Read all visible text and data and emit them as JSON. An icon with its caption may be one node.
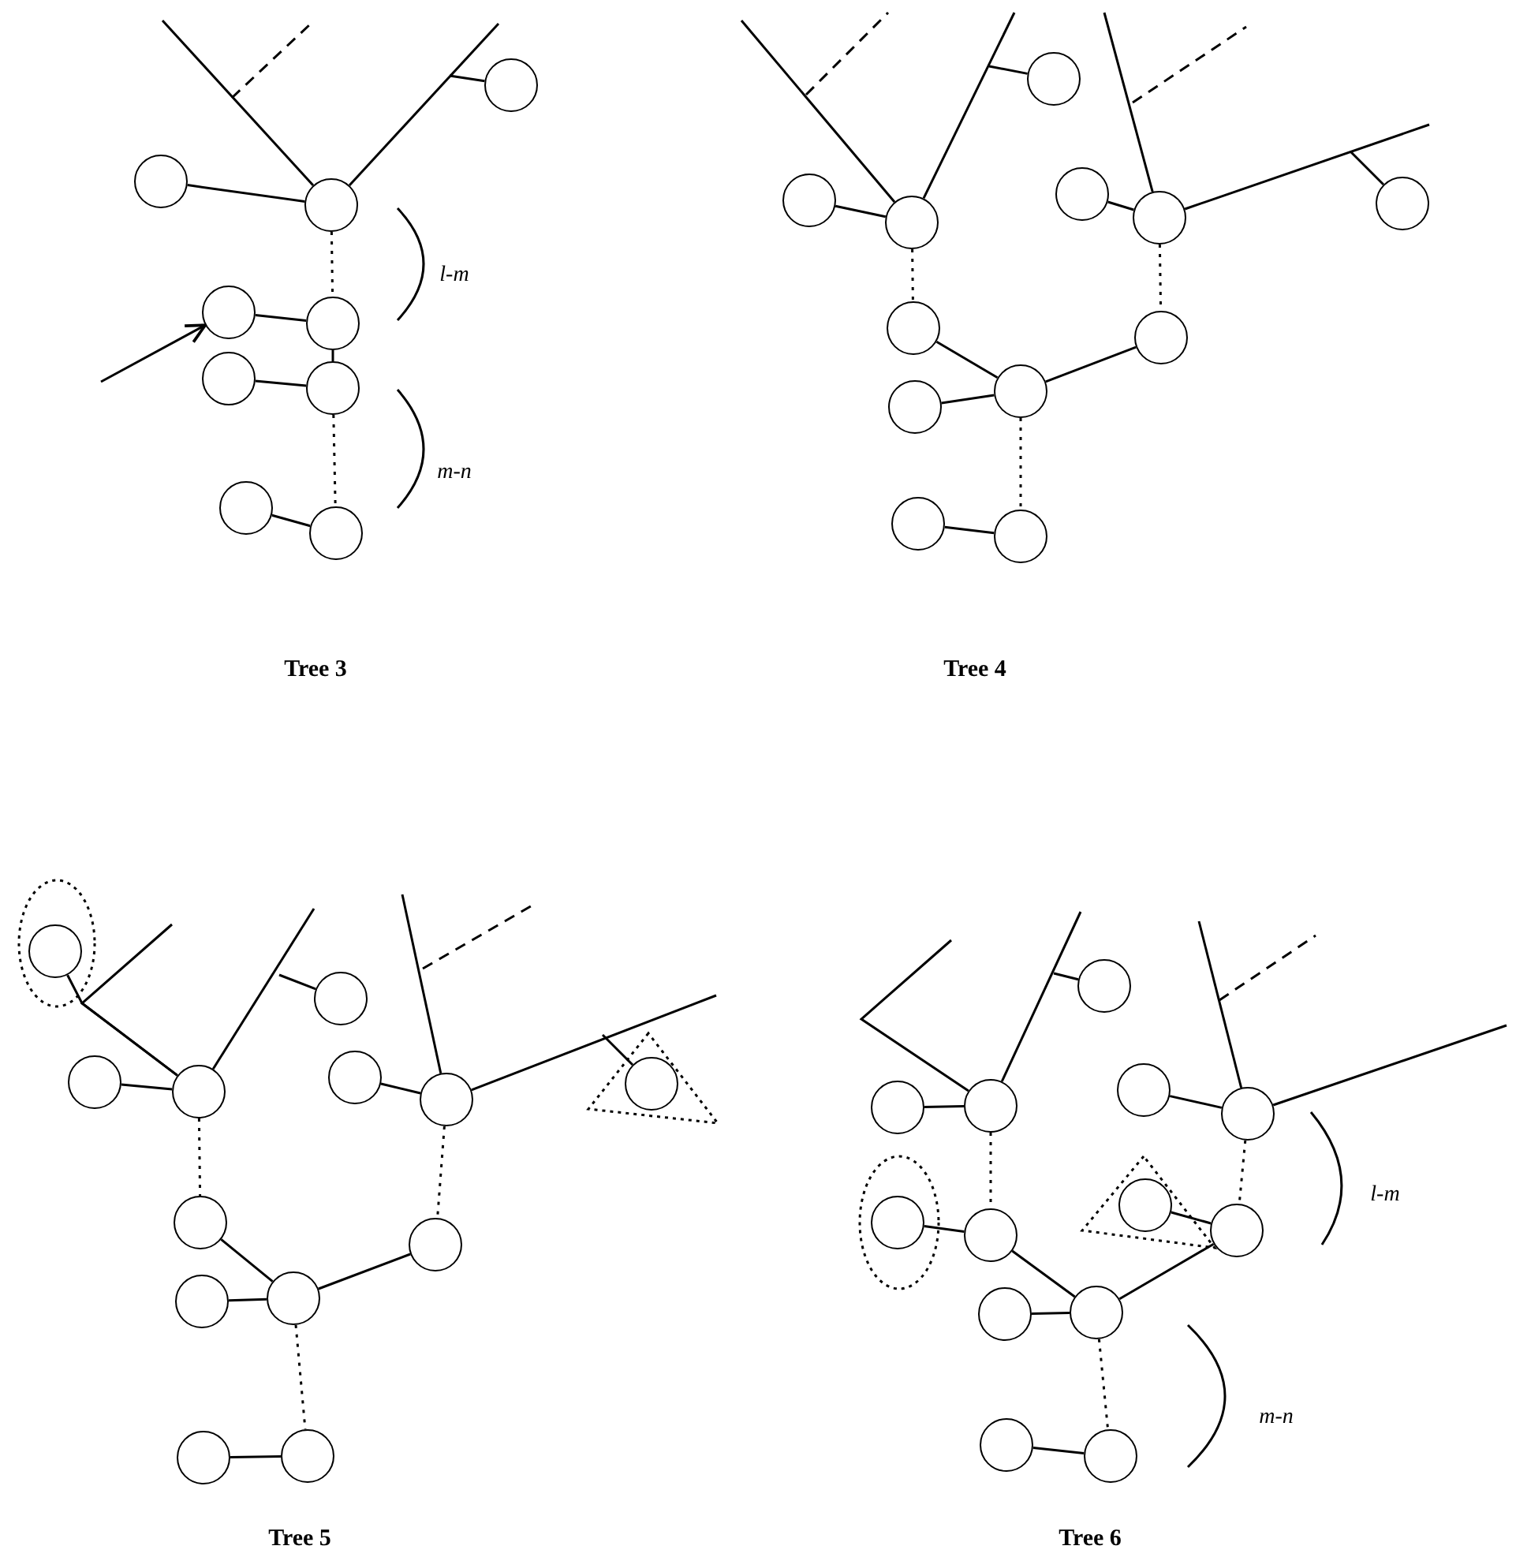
{
  "diagram": {
    "nodes": [
      {
        "text": [],
        "shape": "circle"
      },
      {
        "text": [],
        "shape": "circle"
      },
      {
        "text": [],
        "shape": "circle"
      },
      {
        "text": [],
        "shape": "circle"
      },
      {
        "text": [],
        "shape": "circle"
      },
      {
        "text": [],
        "shape": "circle"
      },
      {
        "text": [],
        "shape": "circle"
      },
      {
        "text": [],
        "shape": "circle"
      },
      {
        "text": [],
        "shape": "circle"
      },
      {
        "text": [],
        "shape": "circle"
      },
      {
        "text": [],
        "shape": "circle"
      },
      {
        "text": [],
        "shape": "circle"
      },
      {
        "text": [],
        "shape": "circle"
      },
      {
        "text": [],
        "shape": "circle"
      },
      {
        "text": [],
        "shape": "circle"
      },
      {
        "text": [],
        "shape": "circle"
      },
      {
        "text": [],
        "shape": "circle"
      },
      {
        "text": [],
        "shape": "circle"
      },
      {
        "text": [],
        "shape": "circle"
      },
      {
        "text": [],
        "shape": "circle"
      },
      {
        "text": [],
        "shape": "circle"
      },
      {
        "text": [],
        "shape": "circle"
      },
      {
        "text": [],
        "shape": "circle"
      },
      {
        "text": [],
        "shape": "circle"
      },
      {
        "text": [],
        "shape": "circle"
      },
      {
        "text": [],
        "shape": "circle"
      },
      {
        "text": [],
        "shape": "circle"
      },
      {
        "text": [],
        "shape": "circle"
      },
      {
        "text": [],
        "shape": "circle"
      },
      {
        "text": [],
        "shape": "circle"
      },
      {
        "text": [],
        "shape": "circle"
      },
      {
        "text": [],
        "shape": "circle"
      },
      {
        "text": [],
        "shape": "circle"
      },
      {
        "text": [],
        "shape": "circle"
      },
      {
        "text": [],
        "shape": "circle"
      },
      {
        "text": [],
        "shape": "circle"
      },
      {
        "text": [],
        "shape": "circle"
      },
      {
        "text": [],
        "shape": "circle"
      },
      {
        "text": [],
        "shape": "circle"
      },
      {
        "text": [],
        "shape": "circle"
      },
      {
        "text": [],
        "shape": "circle"
      },
      {
        "text": [],
        "shape": "circle"
      },
      {
        "text": [],
        "shape": "circle"
      },
      {
        "text": [],
        "shape": "circle"
      },
      {
        "text": [],
        "shape": "circle"
      },
      {
        "text": [],
        "shape": "circle"
      },
      {
        "text": [],
        "shape": "circle"
      }
    ],
    "edges": [
      {
        "from": null,
        "to": 2,
        "arrow": "none"
      },
      {
        "from": null,
        "to": 2,
        "arrow": "none"
      },
      {
        "from": null,
        "to": 0,
        "arrow": "none"
      },
      {
        "from": 1,
        "to": 2,
        "arrow": "none"
      },
      {
        "from": 2,
        "to": 4,
        "arrow": "none",
        "style": "dashed"
      },
      {
        "from": 3,
        "to": 4,
        "arrow": "none"
      },
      {
        "from": 4,
        "to": 6,
        "arrow": "none"
      },
      {
        "from": 5,
        "to": 6,
        "arrow": "none"
      },
      {
        "from": 6,
        "to": 8,
        "arrow": "none",
        "style": "dashed"
      },
      {
        "from": 7,
        "to": 8,
        "arrow": "none"
      },
      {
        "from": null,
        "to": 3,
        "arrow": "to"
      },
      {
        "from": null,
        "to": 11,
        "arrow": "none"
      },
      {
        "from": null,
        "to": 11,
        "arrow": "none"
      },
      {
        "from": null,
        "to": 9,
        "arrow": "none"
      },
      {
        "from": 10,
        "to": 11,
        "arrow": "none"
      },
      {
        "from": 11,
        "to": 15,
        "arrow": "none",
        "style": "dashed"
      },
      {
        "from": null,
        "to": 13,
        "arrow": "none"
      },
      {
        "from": null,
        "to": 13,
        "arrow": "none"
      },
      {
        "from": null,
        "to": 14,
        "arrow": "none"
      },
      {
        "from": 12,
        "to": 13,
        "arrow": "none"
      },
      {
        "from": 13,
        "to": 16,
        "arrow": "none",
        "style": "dashed"
      },
      {
        "from": 15,
        "to": 17,
        "arrow": "none"
      },
      {
        "from": 18,
        "to": 17,
        "arrow": "none"
      },
      {
        "from": 16,
        "to": 17,
        "arrow": "none"
      },
      {
        "from": 17,
        "to": 20,
        "arrow": "none",
        "style": "dashed"
      },
      {
        "from": 19,
        "to": 20,
        "arrow": "none"
      },
      {
        "from": 21,
        "to": 23,
        "arrow": "none"
      },
      {
        "from": null,
        "to": 23,
        "arrow": "none"
      },
      {
        "from": null,
        "to": 23,
        "arrow": "none"
      },
      {
        "from": null,
        "to": 24,
        "arrow": "none"
      },
      {
        "from": 22,
        "to": 23,
        "arrow": "none"
      },
      {
        "from": 23,
        "to": 28,
        "arrow": "none",
        "style": "dashed"
      },
      {
        "from": null,
        "to": 26,
        "arrow": "none"
      },
      {
        "from": null,
        "to": 26,
        "arrow": "none"
      },
      {
        "from": null,
        "to": 27,
        "arrow": "none"
      },
      {
        "from": 25,
        "to": 26,
        "arrow": "none"
      },
      {
        "from": 26,
        "to": 29,
        "arrow": "none",
        "style": "dashed"
      },
      {
        "from": 28,
        "to": 31,
        "arrow": "none"
      },
      {
        "from": 30,
        "to": 31,
        "arrow": "none"
      },
      {
        "from": 29,
        "to": 31,
        "arrow": "none"
      },
      {
        "from": 31,
        "to": 33,
        "arrow": "none",
        "style": "dashed"
      },
      {
        "from": 32,
        "to": 33,
        "arrow": "none"
      },
      {
        "from": null,
        "to": 35,
        "arrow": "none"
      },
      {
        "from": null,
        "to": 35,
        "arrow": "none"
      },
      {
        "from": null,
        "to": 36,
        "arrow": "none"
      },
      {
        "from": 34,
        "to": 35,
        "arrow": "none"
      },
      {
        "from": null,
        "to": 38,
        "arrow": "none"
      },
      {
        "from": null,
        "to": 38,
        "arrow": "none"
      },
      {
        "from": 37,
        "to": 38,
        "arrow": "none"
      },
      {
        "from": 35,
        "to": 40,
        "arrow": "none",
        "style": "dashed"
      },
      {
        "from": 38,
        "to": 42,
        "arrow": "none",
        "style": "dashed"
      },
      {
        "from": 39,
        "to": 40,
        "arrow": "none"
      },
      {
        "from": 41,
        "to": 42,
        "arrow": "none"
      },
      {
        "from": 40,
        "to": 44,
        "arrow": "none"
      },
      {
        "from": 43,
        "to": 44,
        "arrow": "none"
      },
      {
        "from": 42,
        "to": 44,
        "arrow": "none"
      },
      {
        "from": 44,
        "to": 46,
        "arrow": "none",
        "style": "dashed"
      },
      {
        "from": 45,
        "to": 46,
        "arrow": "none"
      }
    ],
    "labels": [
      "l-m",
      "m-n",
      "Tree 3",
      "Tree 4",
      "l-m",
      "m-n",
      "Tree 5",
      "Tree 6"
    ]
  }
}
